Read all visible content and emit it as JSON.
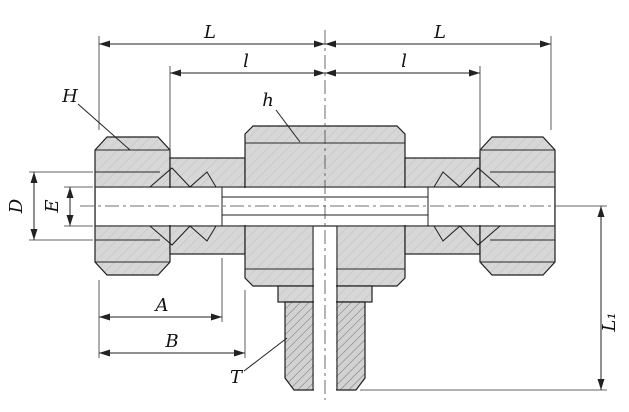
{
  "labels": {
    "L_left": "L",
    "L_right": "L",
    "l_left": "l",
    "l_right": "l",
    "H": "H",
    "h": "h",
    "D": "D",
    "E": "E",
    "A": "A",
    "B": "B",
    "T": "T",
    "L1": "L₁"
  },
  "colors": {
    "background": "#ffffff",
    "metal_fill": "#d7d7d7",
    "metal_hatch": "#c3c3c3",
    "thread_fill": "#d2d2d2",
    "thread_hatch": "#707070",
    "outline": "#1f1f1f",
    "dimension": "#222222"
  }
}
